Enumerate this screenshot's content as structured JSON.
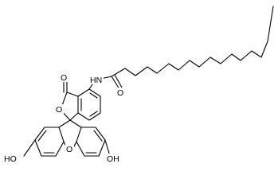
{
  "molecule": {
    "labels": {
      "carbonyl_oxygen": "O",
      "lactone_oxygen": "O",
      "xanthene_oxygen": "O",
      "amide_nitrogen": "HN",
      "amide_oxygen": "O",
      "left_hydroxyl": "HO",
      "right_hydroxyl": "OH"
    }
  }
}
